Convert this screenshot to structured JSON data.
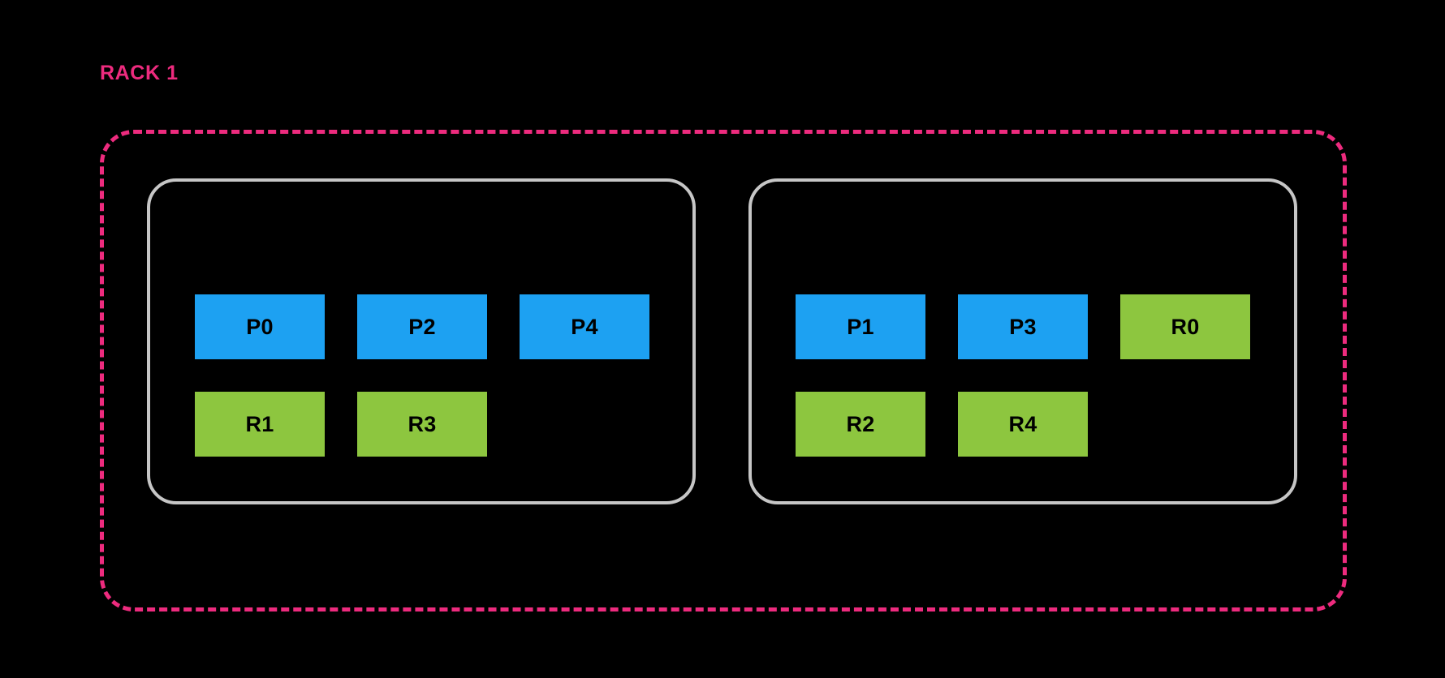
{
  "diagram": {
    "title": "RACK 1",
    "title_color": "#ED2B7E",
    "background_color": "#000000",
    "boundary": {
      "style": "dashed",
      "color": "#ED2B7E",
      "label": "RACK 1"
    },
    "legend_colors": {
      "primary": "#1DA1F2",
      "replica": "#8DC63F",
      "node_border": "#C6C6C6",
      "rack_border": "#ED2B7E"
    },
    "nodes": [
      {
        "id": "node-0",
        "rows": [
          [
            {
              "label": "P0",
              "kind": "primary"
            },
            {
              "label": "P2",
              "kind": "primary"
            },
            {
              "label": "P4",
              "kind": "primary"
            }
          ],
          [
            {
              "label": "R1",
              "kind": "replica"
            },
            {
              "label": "R3",
              "kind": "replica"
            }
          ]
        ]
      },
      {
        "id": "node-1",
        "rows": [
          [
            {
              "label": "P1",
              "kind": "primary"
            },
            {
              "label": "P3",
              "kind": "primary"
            },
            {
              "label": "R0",
              "kind": "replica"
            }
          ],
          [
            {
              "label": "R2",
              "kind": "replica"
            },
            {
              "label": "R4",
              "kind": "replica"
            }
          ]
        ]
      }
    ]
  }
}
